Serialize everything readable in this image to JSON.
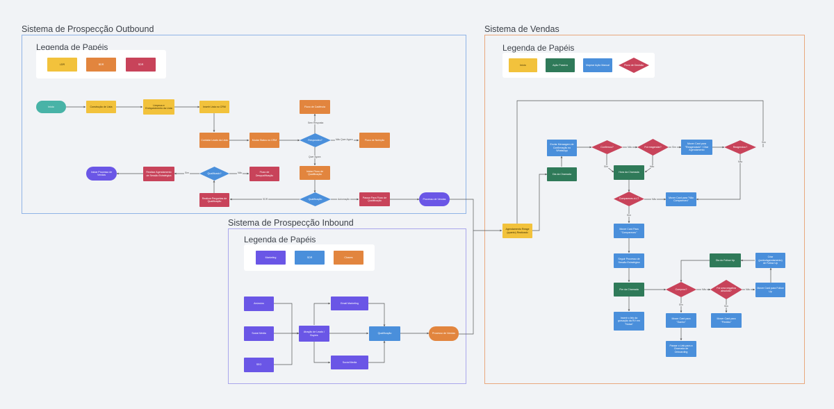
{
  "outbound": {
    "title": "Sistema de Prospecção Outbound",
    "legend_title": "Legenda de Papéis",
    "legend": [
      "LDR",
      "BDR",
      "SDR"
    ],
    "nodes": {
      "inicio": "Início",
      "construcao": "Construção de Lista",
      "limpeza": "Limpeza e Enriquecimento da Lista",
      "inserir_crm": "Inserir Lista no CRM",
      "fluxo_cadencia": "Fluxo de Cadência",
      "contatar": "Contatar Leads da Lista",
      "mudar_status": "Mudar Status no CRM",
      "fluxo_nutricao": "Fluxo de Nutrição",
      "iniciar_fluxo_qual": "Iniciar Fluxo de Qualificação",
      "iniciar_vendas": "Iniciar Processo de Vendas",
      "realizar_agend": "Realizar Agendamento de Sessão Estratégica",
      "fluxo_desqual": "Fluxo de Desqualificação",
      "realizar_perguntas": "Realizar Perguntas de Qualificação",
      "passar_fluxo": "Passar Para Fluxo de Qualificação",
      "processo_vendas": "Processo de Vendas"
    },
    "decisions": {
      "respondeu": "Respondeu?",
      "qualificado": "Qualificado?",
      "qualificacao": "Qualificação"
    },
    "edge_labels": {
      "sem_resposta": "Sem Resposta",
      "nao_quer_agora": "Não Quer Agora",
      "quer_agora": "Quer Agora",
      "sim": "Sim",
      "nao": "Não",
      "sdr": "SDR",
      "automacao": "Automação"
    }
  },
  "inbound": {
    "title": "Sistema de Prospecção Inbound",
    "legend_title": "Legenda de Papéis",
    "legend": [
      "Marketing",
      "SDR",
      "Closers"
    ],
    "nodes": {
      "anuncios": "Anúncios",
      "social_media_1": "Social Media",
      "seo": "SEO",
      "atracao": "Atração de Leads / Buyers",
      "email_marketing": "Email Marketing",
      "social_media_2": "Social Media",
      "qualificacao": "Qualificação",
      "processo_vendas": "Processo de Vendas"
    }
  },
  "vendas": {
    "title": "Sistema de Vendas",
    "legend_title": "Legenda de Papéis",
    "legend": [
      "Início",
      "Ação Passiva",
      "Mapear Ação Manual",
      "Fluxo de Decisão"
    ],
    "nodes": {
      "agendamento": "Agendamento Reage (quanto) Realizado",
      "enviar_msg": "Enviar Mensagem de Confirmação no WhatsApp",
      "dia_chamada": "Dia da Chamada",
      "mover_reagendado": "Mover Card para \"Reagendado\" / Cliar Agendamento",
      "hora_chamada": "Hora da Chamada",
      "mover_nao_compareceu": "Mover Card para \"Não Compareceu\"",
      "mover_compareceu": "Mover Card Para \"Compareceu\"",
      "seguir_processo": "Seguir Processo de Sessão Estratégica",
      "fim_chamada": "Fim da Chamada",
      "inserir_link": "Inserir o link da gravação da RV em \"Notas\"",
      "mover_ganho": "Mover Card para \"Ganho\"",
      "passar_link": "Passar o Link para a Chamada de Onboarding",
      "mover_perdido": "Mover Card para \"Perdido\"",
      "dia_follow": "Dia do Follow Up",
      "criar_agend": "Criar (ponto/agendamento) de Follow Up",
      "mover_follow": "Mover Card para Follow Up"
    },
    "decisions": {
      "confirmou": "Confirmou?",
      "foi_reagendar": "Foi reagendar?",
      "reagendou": "Reagendou?",
      "compareceu": "Compareceu à LT",
      "comprou": "Comprou?",
      "negativa": "Foi uma negativa absoluta?"
    },
    "edge_labels": {
      "sim": "Sim",
      "nao": "Não"
    }
  }
}
